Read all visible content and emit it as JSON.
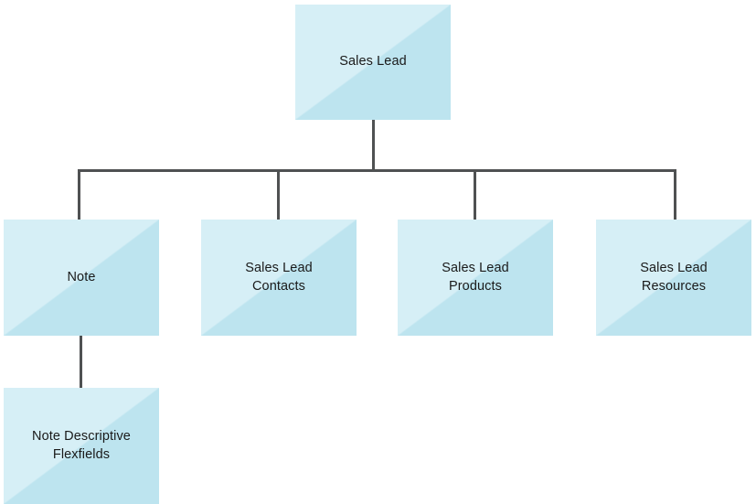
{
  "diagram": {
    "type": "hierarchy-tree",
    "title": "Sales Lead",
    "background_color": "#ffffff",
    "node_fill_light": "#d6eff6",
    "node_fill_dark": "#bde4ef",
    "connector_color": "#4f5152",
    "text_color": "#1a1a1a",
    "root": {
      "id": "sales-lead",
      "label": "Sales Lead"
    },
    "children": [
      {
        "id": "note",
        "label": "Note",
        "children": [
          {
            "id": "note-descriptive-flexfields",
            "label": "Note Descriptive\nFlexfields"
          }
        ]
      },
      {
        "id": "sales-lead-contacts",
        "label": "Sales Lead\nContacts",
        "children": []
      },
      {
        "id": "sales-lead-products",
        "label": "Sales Lead\nProducts",
        "children": []
      },
      {
        "id": "sales-lead-resources",
        "label": "Sales Lead\nResources",
        "children": []
      }
    ]
  }
}
